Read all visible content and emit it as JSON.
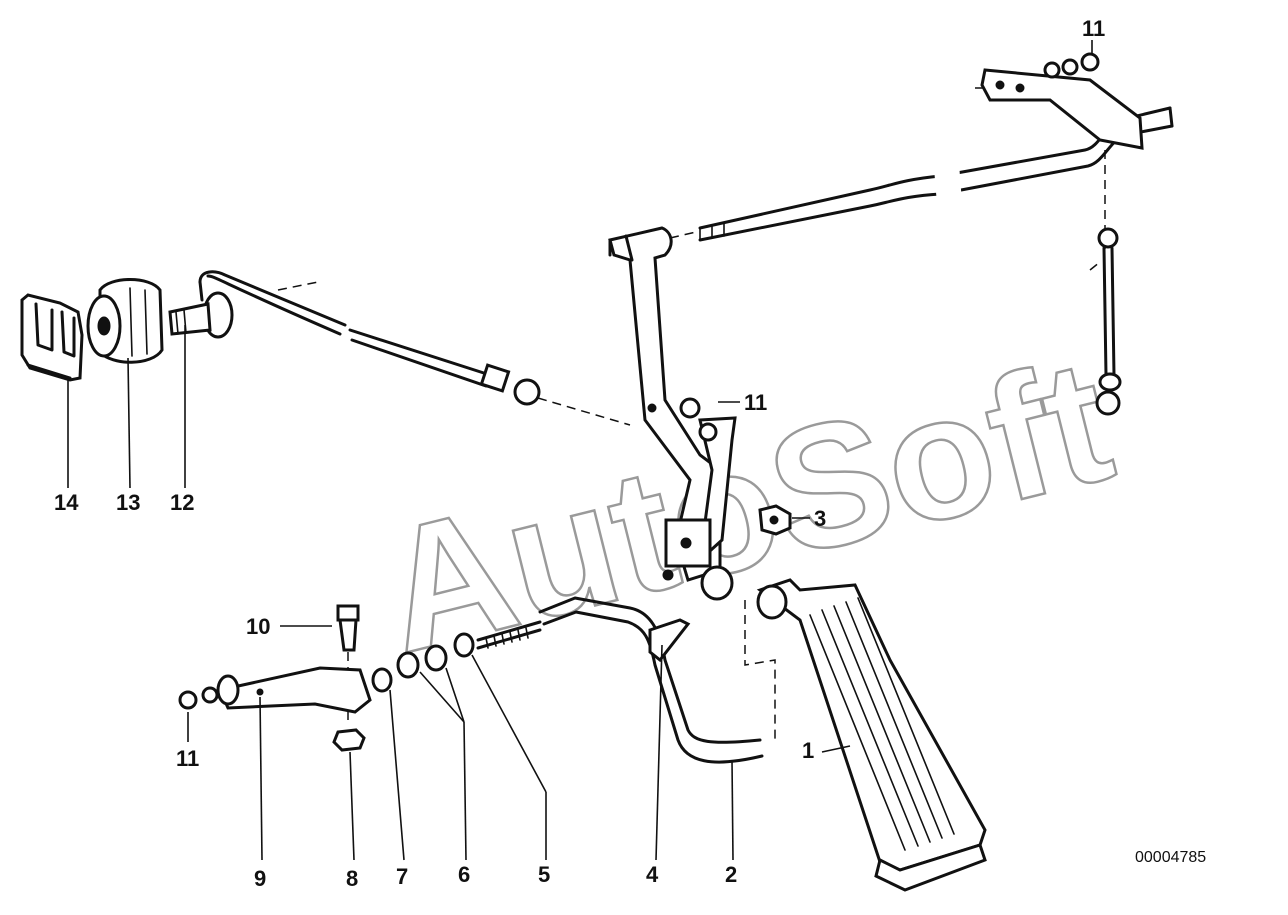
{
  "diagram": {
    "watermark": "AutoSoft",
    "catalog_number": "00004785",
    "callouts": [
      {
        "id": "c1",
        "label": "1"
      },
      {
        "id": "c2",
        "label": "2"
      },
      {
        "id": "c3",
        "label": "3"
      },
      {
        "id": "c4",
        "label": "4"
      },
      {
        "id": "c5",
        "label": "5"
      },
      {
        "id": "c6",
        "label": "6"
      },
      {
        "id": "c7",
        "label": "7"
      },
      {
        "id": "c8",
        "label": "8"
      },
      {
        "id": "c9",
        "label": "9"
      },
      {
        "id": "c10",
        "label": "10"
      },
      {
        "id": "c11a",
        "label": "11"
      },
      {
        "id": "c11b",
        "label": "11"
      },
      {
        "id": "c11c",
        "label": "11"
      },
      {
        "id": "c12",
        "label": "12"
      },
      {
        "id": "c13",
        "label": "13"
      },
      {
        "id": "c14",
        "label": "14"
      }
    ]
  }
}
